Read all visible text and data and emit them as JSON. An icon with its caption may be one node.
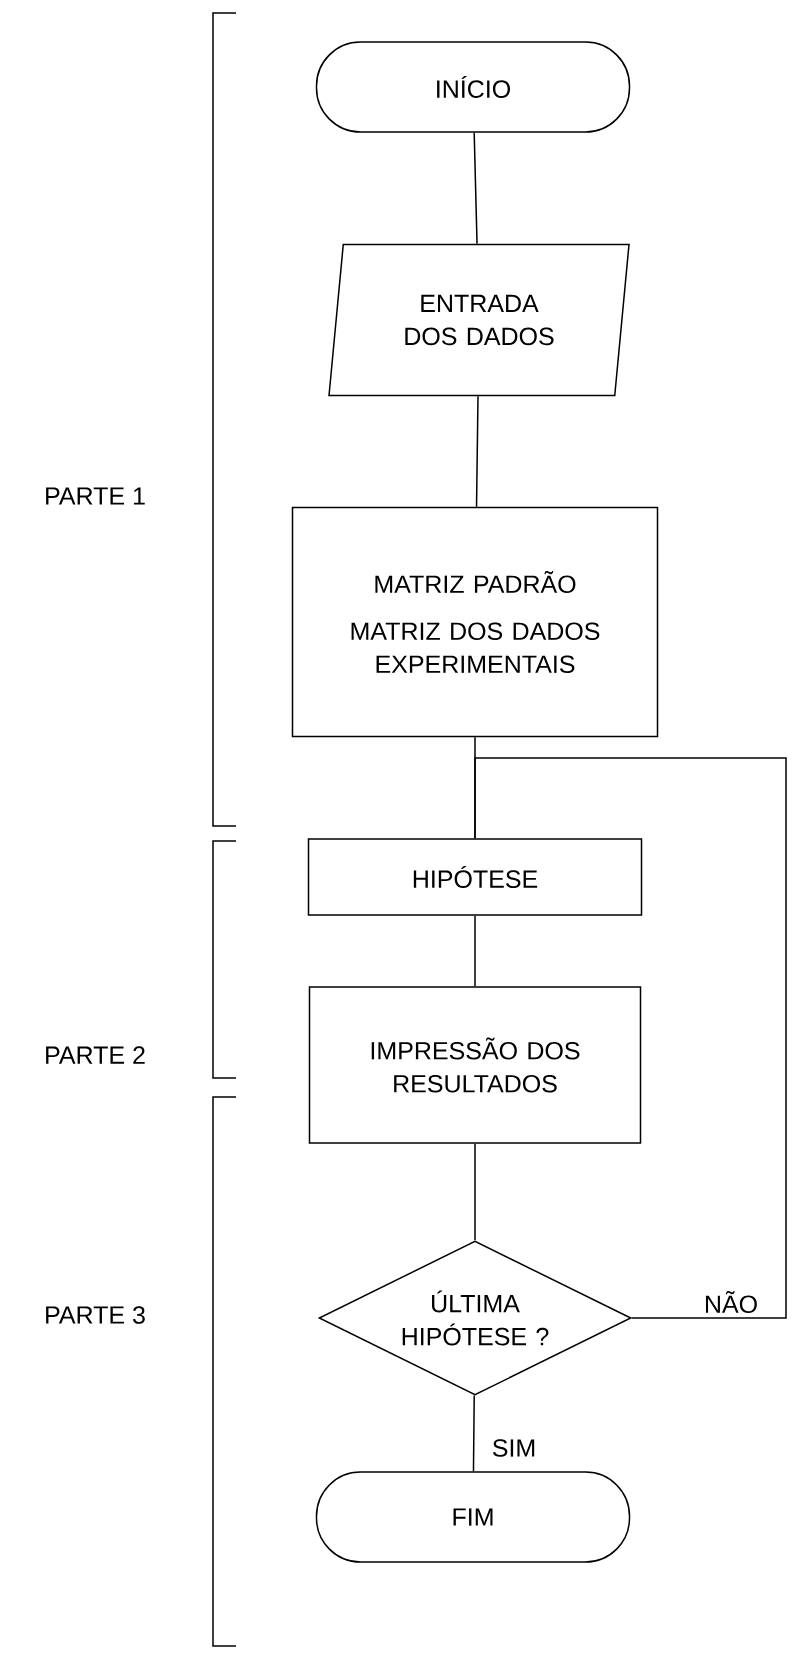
{
  "diagram": {
    "nodes": [
      {
        "text": [
          "INÍCIO"
        ]
      },
      {
        "text": [
          "ENTRADA DOS DADOS"
        ]
      },
      {
        "text": [
          "MATRIZ PADRÃO",
          "MATRIZ DOS DADOS EXPERIMENTAIS"
        ]
      },
      {
        "text": [
          "HIPÓTESE"
        ]
      },
      {
        "text": [
          "IMPRESSÃO DOS RESULTADOS"
        ]
      },
      {
        "text": [
          "ÚLTIMA HIPÓTESE ?"
        ]
      },
      {
        "text": [
          "FIM"
        ]
      }
    ],
    "edges": [
      {
        "from": 0,
        "to": 1,
        "arrow": "none"
      },
      {
        "from": 1,
        "to": 2,
        "arrow": "none"
      },
      {
        "from": 2,
        "to": 3,
        "arrow": "none"
      },
      {
        "from": 3,
        "to": 4,
        "arrow": "none"
      },
      {
        "from": 4,
        "to": 5,
        "arrow": "none"
      },
      {
        "from": 5,
        "to": 6,
        "arrow": "none",
        "label": "SIM"
      },
      {
        "from": 5,
        "to": 3,
        "arrow": "none",
        "label": "NÃO"
      }
    ],
    "labels": [
      "PARTE 1",
      "PARTE 2",
      "PARTE 3"
    ]
  }
}
